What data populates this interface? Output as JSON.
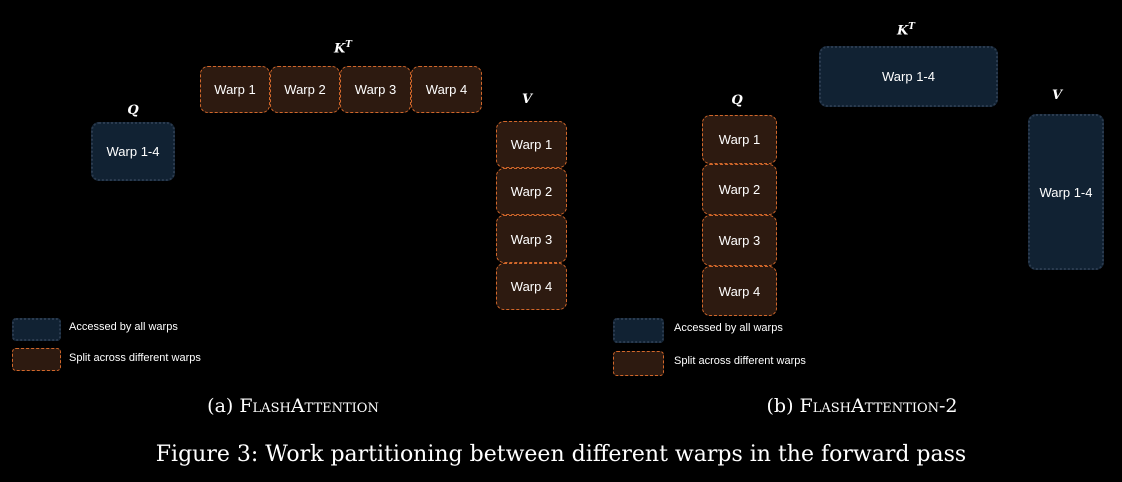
{
  "panel_a": {
    "q_label": "Q",
    "kt_label": "K",
    "kt_sup": "T",
    "v_label": "V",
    "q_box": "Warp 1-4",
    "kt_warps": [
      "Warp 1",
      "Warp 2",
      "Warp 3",
      "Warp 4"
    ],
    "v_warps": [
      "Warp 1",
      "Warp 2",
      "Warp 3",
      "Warp 4"
    ],
    "legend_shared": "Accessed by all warps",
    "legend_split": "Split across different warps",
    "caption_prefix": "(a) ",
    "caption_name": "FlashAttention"
  },
  "panel_b": {
    "q_label": "Q",
    "kt_label": "K",
    "kt_sup": "T",
    "v_label": "V",
    "kt_box": "Warp 1-4",
    "v_box": "Warp 1-4",
    "q_warps": [
      "Warp 1",
      "Warp 2",
      "Warp 3",
      "Warp 4"
    ],
    "legend_shared": "Accessed by all warps",
    "legend_split": "Split across different warps",
    "caption_prefix": "(b) ",
    "caption_name": "FlashAttention-2"
  },
  "figure_caption": "Figure 3: Work partitioning between different warps in the forward pass",
  "colors": {
    "background": "#000000",
    "shared_fill": "#112233",
    "shared_border": "#2b3b4f",
    "split_fill": "#2d1a10",
    "split_border": "#d2672a",
    "text": "#ffffff"
  }
}
